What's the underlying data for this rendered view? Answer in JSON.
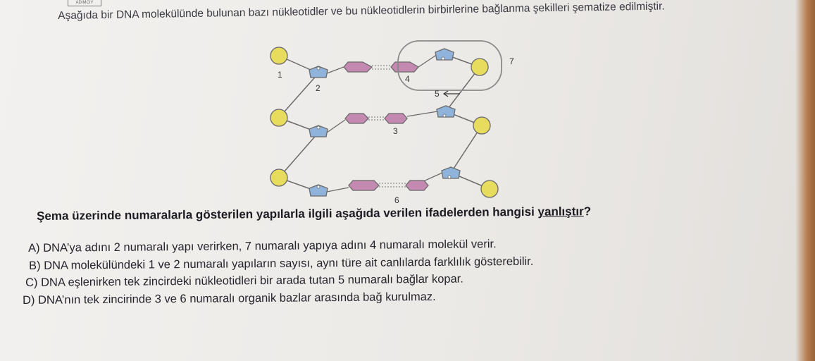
{
  "header": {
    "logo_text": "ADIMCIY"
  },
  "intro": "Aşağıda bir DNA molekülünde bulunan bazı nükleotidler ve bu nükleotidlerin birbirlerine bağlanma şekilleri şematize edilmiştir.",
  "diagram": {
    "labels": [
      "1",
      "2",
      "3",
      "4",
      "5",
      "6",
      "7"
    ],
    "colors": {
      "phosphate": "#e8dc5e",
      "sugar": "#8fb3da",
      "base": "#c389b0",
      "strand": "#6a6a6a",
      "bond": "#8a8a8a"
    }
  },
  "question": {
    "text_before": "Şema üzerinde numaralarla gösterilen yapılarla ilgili aşağıda verilen ifadelerden hangisi ",
    "underlined": "yanlıştır",
    "text_after": "?"
  },
  "options": [
    "A) DNA’ya adını 2 numaralı yapı verirken, 7 numaralı yapıya adını 4 numaralı molekül verir.",
    "B) DNA molekülündeki 1 ve 2 numaralı yapıların sayısı, aynı türe ait canlılarda farklılık gösterebilir.",
    "C) DNA eşlenirken tek zincirdeki nükleotidleri bir arada tutan 5 numaralı bağlar kopar.",
    "D) DNA’nın tek zincirinde 3 ve 6 numaralı organik bazlar arasında bağ kurulmaz."
  ]
}
